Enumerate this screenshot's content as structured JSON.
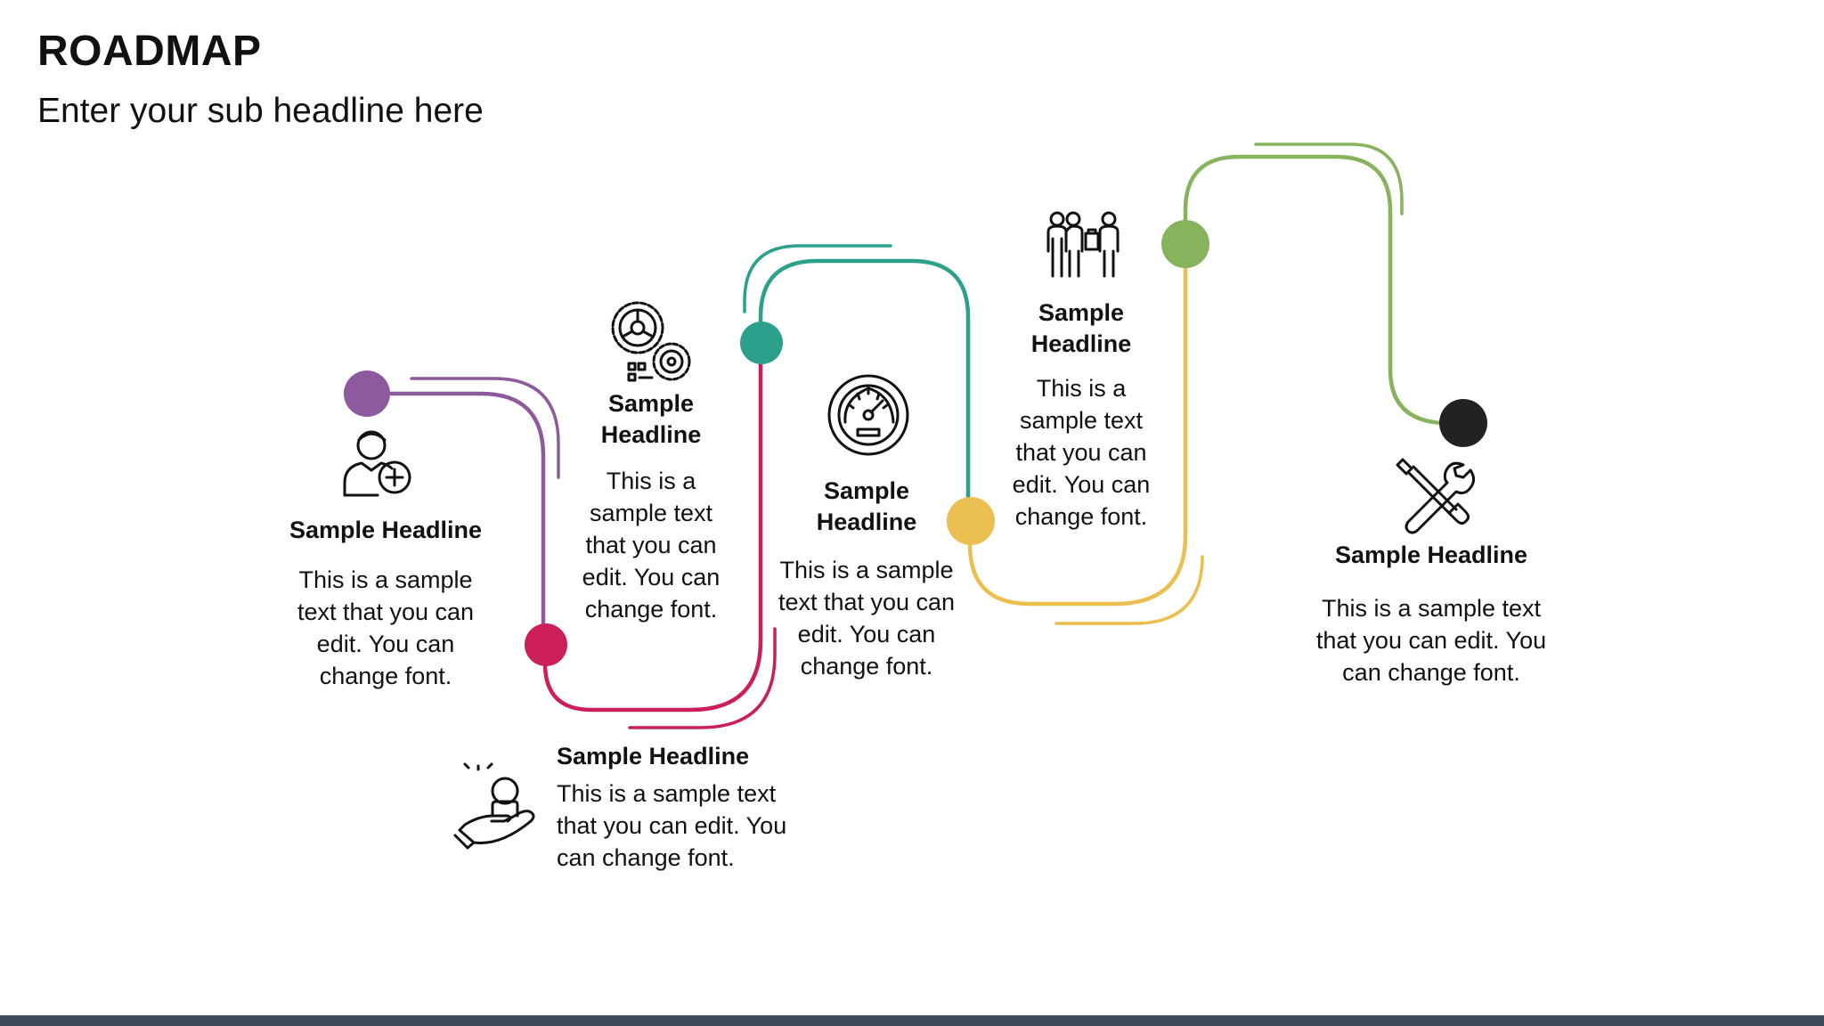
{
  "header": {
    "title": "ROADMAP",
    "subtitle": "Enter your sub headline here"
  },
  "colors": {
    "purple": "#8e5a9e",
    "crimson": "#cc1f5a",
    "teal": "#2ba08a",
    "yellow": "#ebbf4f",
    "green": "#86b35c",
    "black": "#222222",
    "footer": "#3f4a58"
  },
  "steps": [
    {
      "id": "step1",
      "icon": "user-add-icon",
      "headline": "Sample Headline",
      "text": "This is a sample text that you can edit. You can change font."
    },
    {
      "id": "step2",
      "icon": "helping-hand-icon",
      "headline": "Sample Headline",
      "text": "This is a sample text that you can edit. You can change font."
    },
    {
      "id": "step3",
      "icon": "gears-icon",
      "headline": "Sample Headline",
      "text": "This is a sample text that you can edit. You can change font."
    },
    {
      "id": "step4",
      "icon": "speedometer-icon",
      "headline": "Sample Headline",
      "text": "This is a sample text that you can edit. You can change font."
    },
    {
      "id": "step5",
      "icon": "team-meeting-icon",
      "headline": "Sample Headline",
      "text": "This is a sample text that you can edit. You can change font."
    },
    {
      "id": "step6",
      "icon": "tools-icon",
      "headline": "Sample Headline",
      "text": "This is a sample text that you can edit. You can change font."
    }
  ]
}
